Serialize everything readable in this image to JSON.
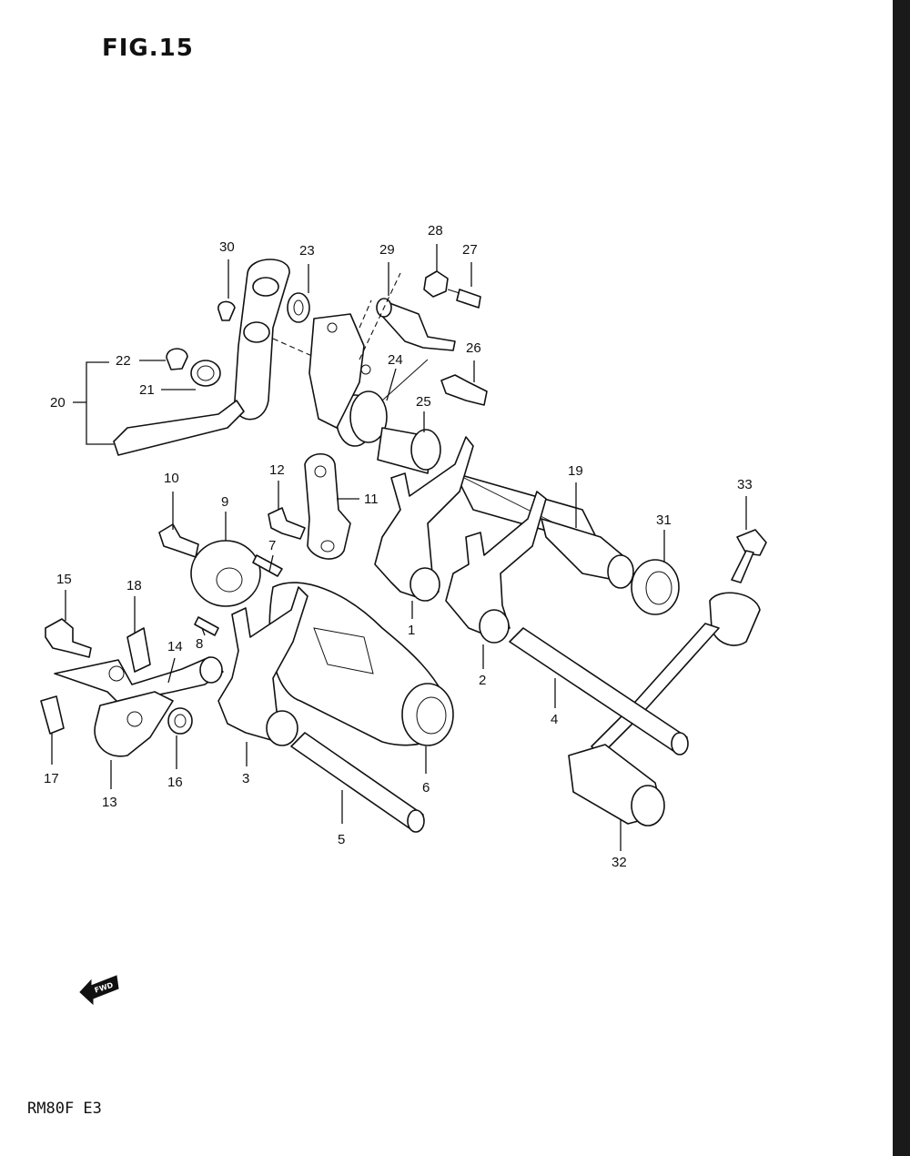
{
  "figure_title": "FIG.15",
  "model_code": "RM80F E3",
  "fwd_label": "FWD",
  "callouts": [
    "1",
    "2",
    "3",
    "4",
    "5",
    "6",
    "7",
    "8",
    "9",
    "10",
    "11",
    "12",
    "13",
    "14",
    "15",
    "16",
    "17",
    "18",
    "19",
    "20",
    "21",
    "22",
    "23",
    "24",
    "25",
    "26",
    "27",
    "28",
    "29",
    "30",
    "31",
    "32",
    "33"
  ]
}
